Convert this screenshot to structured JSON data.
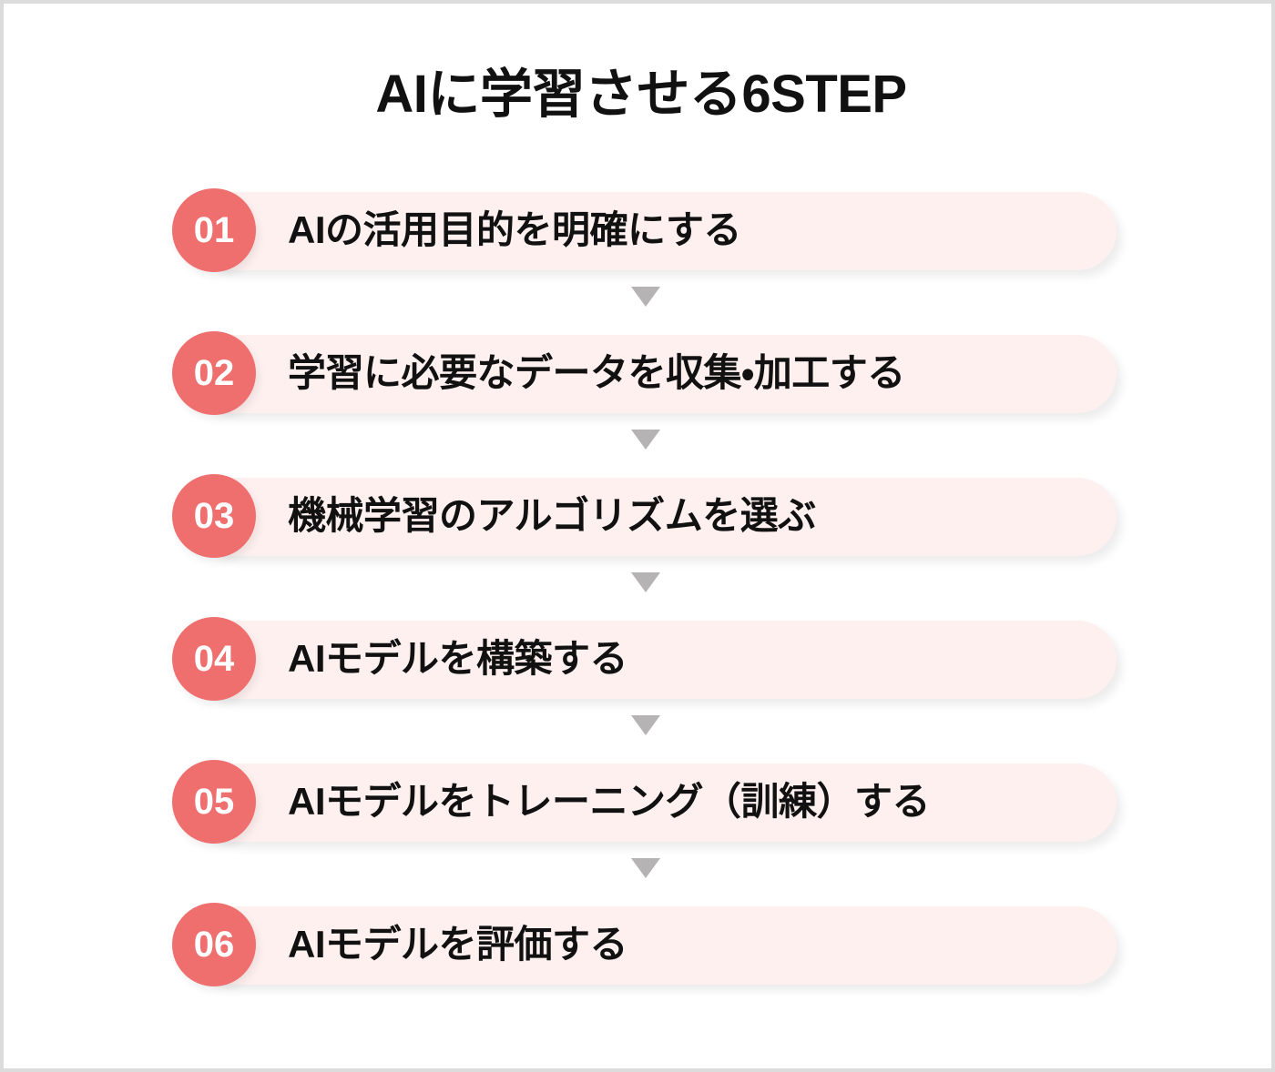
{
  "page": {
    "title": "AIに学習させる6STEP",
    "background_color": "#ffffff",
    "border_color": "#dcdcdc"
  },
  "theme": {
    "badge_color": "#ef6e6e",
    "bar_color": "#fdf0ef",
    "text_color": "#111111",
    "badge_text_color": "#ffffff",
    "connector_color": "#b5b3b3"
  },
  "steps": [
    {
      "number": "01",
      "label": "AIの活用目的を明確にする"
    },
    {
      "number": "02",
      "label": "学習に必要なデータを収集・加工する"
    },
    {
      "number": "03",
      "label": "機械学習のアルゴリズムを選ぶ"
    },
    {
      "number": "04",
      "label": "AIモデルを構築する"
    },
    {
      "number": "05",
      "label": "AIモデルをトレーニング（訓練）する"
    },
    {
      "number": "06",
      "label": "AIモデルを評価する"
    }
  ],
  "connectors": {
    "count": 5,
    "shape": "triangle-down-icon"
  }
}
